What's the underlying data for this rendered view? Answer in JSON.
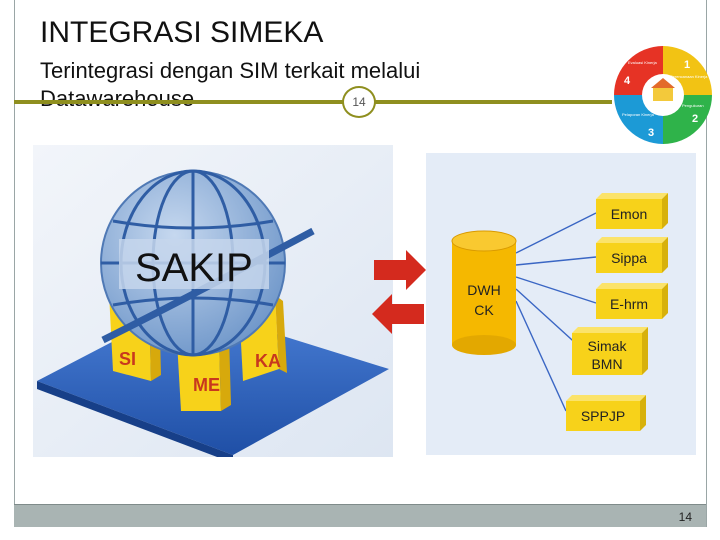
{
  "slide": {
    "title": "INTEGRASI SIMEKA",
    "subtitle_line1": "Terintegrasi dengan SIM terkait melalui",
    "subtitle_line2": "Datawarehouse",
    "slide_number_badge": "14",
    "footer_number": "14"
  },
  "logo": {
    "segments": [
      {
        "number": "1",
        "label": "Perencanaan Kinerja",
        "color": "#f2c314"
      },
      {
        "number": "2",
        "label": "Pengukuran",
        "color": "#2fb34a"
      },
      {
        "number": "3",
        "label": "Pelaporan Kinerja",
        "color": "#1c9ad6"
      },
      {
        "number": "4",
        "label": "Evaluasi Kinerja",
        "color": "#e63325"
      }
    ]
  },
  "sakip_diagram": {
    "globe_label": "SAKIP",
    "pillars": [
      "SI",
      "ME",
      "KA"
    ],
    "colors": {
      "globe": "#8fb2dc",
      "platform": "#2f66c0",
      "pillar": "#f7d21a",
      "pillar_text": "#c8381e"
    }
  },
  "arrows": {
    "color": "#d42a1e"
  },
  "dwh_diagram": {
    "hub_label_line1": "DWH",
    "hub_label_line2": "CK",
    "systems": [
      {
        "line1": "Emon",
        "line2": ""
      },
      {
        "line1": "Sippa",
        "line2": ""
      },
      {
        "line1": "E-hrm",
        "line2": ""
      },
      {
        "line1": "Simak",
        "line2": "BMN"
      },
      {
        "line1": "SPPJP",
        "line2": ""
      }
    ],
    "colors": {
      "hub": "#f5b800",
      "box": "#f7d21a",
      "background": "#e4ecf7",
      "line": "#3a66c4"
    }
  }
}
